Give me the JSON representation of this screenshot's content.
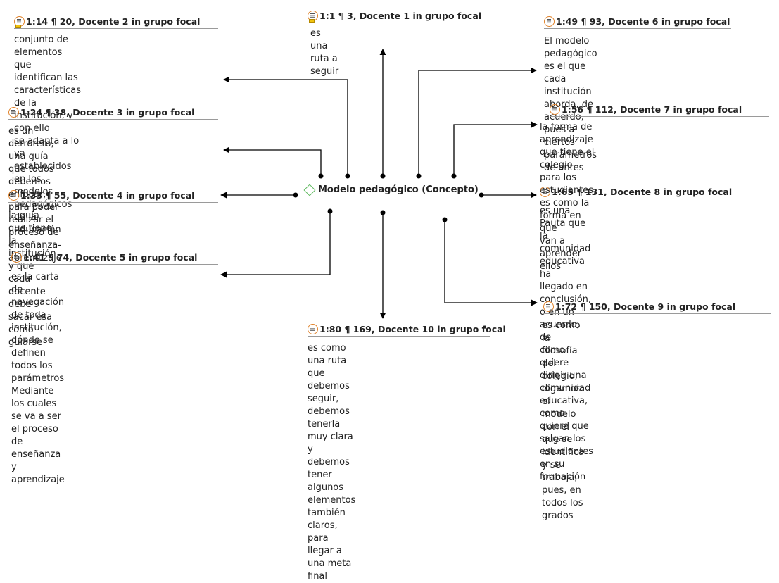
{
  "concept": {
    "label": "Modelo pedagógico (Concepto)"
  },
  "quotes": [
    {
      "id": "q1",
      "ref": "1:1 ¶ 3, Docente 1 in grupo focal",
      "text": "es una ruta a seguir",
      "tag": true
    },
    {
      "id": "q2",
      "ref": "1:14 ¶ 20, Docente 2 in grupo focal",
      "text": "conjunto de elementos que identifican las\ncaracterísticas de la institución, y con ello\nse adapta a lo ya establecidos en los\nmodelos pedagógicos de la educación",
      "tag": true
    },
    {
      "id": "q3",
      "ref": "1:24 ¶ 38, Docente 3 in grupo focal",
      "text": " es un derrotero, una guía que todos\ndebemos enfocar, para poder realizar el\nproceso de enseñanza-aprendizaje",
      "tag": false
    },
    {
      "id": "q4",
      "ref": "1:33 ¶ 55, Docente 4 in grupo focal",
      "text": "la guía que tiene la institución y que cada\ndocente debe sacar esa cómo guiarse",
      "tag": false
    },
    {
      "id": "q5",
      "ref": "1:41 ¶ 74, Docente 5 in grupo focal",
      "text": "es la carta de navegación de toda\ninstitución, dónde se definen todos los\nparámetros Mediante los cuales se va a ser\nel proceso de enseñanza y aprendizaje",
      "tag": false
    },
    {
      "id": "q6",
      "ref": "1:49 ¶ 93, Docente 6 in grupo focal",
      "text": "El modelo pedagógico es el que cada\ninstitución aborda, de acuerdo, pues a\nciertos parámetros de antes",
      "tag": false
    },
    {
      "id": "q7",
      "ref": "1:56 ¶ 112, Docente 7 in grupo focal",
      "text": "la forma de aprendizaje que tiene el colegio\npara los estudiantes, es como la forma en que\nvan a aprender ellos",
      "tag": false
    },
    {
      "id": "q8",
      "ref": "1:65 ¶ 131, Docente 8 in grupo focal",
      "text": " es una Pauta que la comunidad educativa ha\nllegado en conclusión, o en un acuerdo, de\ncomo quiere dirigir una comunidad educativa,\ncomo quiere que salgan los estudiantes en su\nformación",
      "tag": false
    },
    {
      "id": "q9",
      "ref": "1:72 ¶ 150, Docente 9 in grupo focal",
      "text": "es como la filosofía del colegio, digamos el\nmodelo con el que se identifica y se trabaja,\npues, en todos los grados",
      "tag": false
    },
    {
      "id": "q10",
      "ref": "1:80 ¶ 169, Docente 10 in grupo focal",
      "text": " es como una ruta que debemos\nseguir, debemos tenerla muy clara y\ndebemos tener algunos elementos\ntambién claros, para llegar a una meta\nfinal",
      "tag": false
    }
  ],
  "colors": {
    "icon": "#e0822a",
    "concept": "#5cb85c",
    "line": "#000000",
    "rule": "#9a9a9a"
  }
}
